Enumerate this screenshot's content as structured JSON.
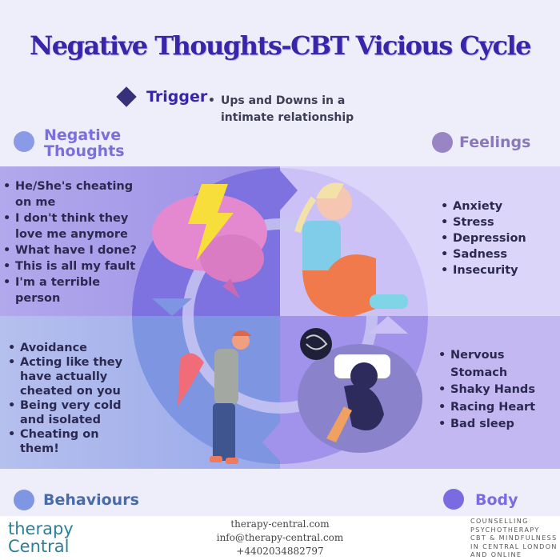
{
  "title": "Negative Thoughts-CBT Vicious Cycle",
  "trigger": {
    "label": "Trigger",
    "text": "Ups and Downs in a intimate relationship"
  },
  "sections": {
    "negative_thoughts": {
      "label_line1": "Negative",
      "label_line2": "Thoughts",
      "color": "#8a9ae6",
      "items": [
        "He/She's cheating on me",
        "I don't think they love me anymore",
        "What have I done?",
        "This is all my fault",
        "I'm a terrible person"
      ]
    },
    "feelings": {
      "label": "Feelings",
      "color": "#9a85c4",
      "items": [
        "Anxiety",
        "Stress",
        "Depression",
        "Sadness",
        "Insecurity"
      ]
    },
    "behaviours": {
      "label": "Behaviours",
      "color": "#7f96e2",
      "items": [
        "Avoidance",
        "Acting like they have actually cheated on you",
        "Being very cold and isolated",
        "Cheating on them!"
      ]
    },
    "body": {
      "label": "Body",
      "color": "#7a6ce0",
      "items": [
        "Nervous Stomach",
        "Shaky Hands",
        "Racing Heart",
        "Bad sleep"
      ]
    }
  },
  "footer": {
    "logo_line1": "therapy",
    "logo_line2": "Central",
    "website": "therapy-central.com",
    "email": "info@therapy-central.com",
    "phone": "+4402034882797",
    "tagline": [
      "COUNSELLING",
      "PSYCHOTHERAPY",
      "CBT & MINDFULNESS",
      "IN CENTRAL LONDON",
      "AND ONLINE"
    ]
  }
}
